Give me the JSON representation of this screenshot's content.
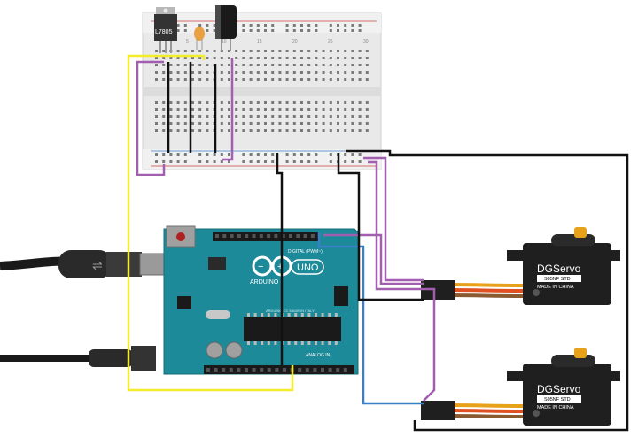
{
  "breadboard": {
    "column_numbers": [
      "5",
      "10",
      "15",
      "20",
      "25",
      "30"
    ]
  },
  "regulator": {
    "label": "L7805"
  },
  "arduino": {
    "brand": "ARDUINO",
    "model": "UNO",
    "digital_header": "DIGITAL (PWM~)",
    "analog_header": "ANALOG IN",
    "silk_text": "ARDUINO.CC  MADE IN ITALY"
  },
  "servos": [
    {
      "brand": "DGServo",
      "model": "S05NF STD",
      "origin": "MADE IN CHINA"
    },
    {
      "brand": "DGServo",
      "model": "S05NF STD",
      "origin": "MADE IN CHINA"
    }
  ],
  "colors": {
    "wire_black": "#111111",
    "wire_yellow": "#f2ec2a",
    "wire_purple": "#a25fb0",
    "wire_blue": "#3a7fc8",
    "board_teal": "#1d8a9a",
    "servo_body": "#1f1f1f",
    "servo_horn": "#e8a21a"
  }
}
